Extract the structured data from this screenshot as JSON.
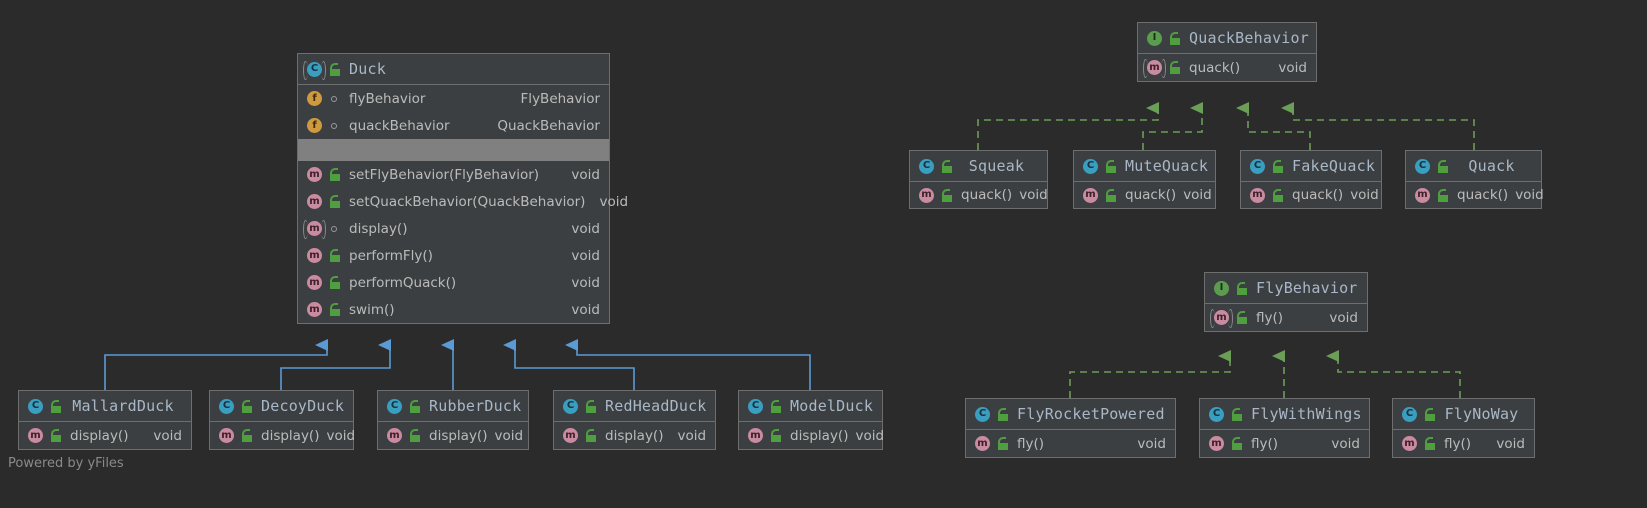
{
  "diagram": {
    "type": "uml-class-diagram",
    "background": "#2b2b2b",
    "watermark": "Powered by yFiles",
    "colors": {
      "node_fill": "#3c3f41",
      "node_border": "#6e6e6e",
      "text": "#bbbbbb",
      "title_text": "#a9b7c6",
      "inheritance_edge": "#5b9bd5",
      "realization_edge": "#6b9e57",
      "separator_bar": "#808080",
      "class_icon": "#3a9ec0",
      "interface_icon": "#5b9c4e",
      "field_icon": "#cf9a3f",
      "method_icon": "#c98ba0",
      "lock_icon": "#4f9e3f"
    },
    "icons": {
      "class": "class-icon",
      "interface": "interface-icon",
      "field": "field-icon",
      "method": "method-icon",
      "public": "unlocked-padlock-icon",
      "protected": "protected-circle-icon"
    }
  },
  "nodes": {
    "duck": {
      "name": "Duck",
      "kind": "class",
      "fields": [
        {
          "name": "flyBehavior",
          "type": "FlyBehavior",
          "visibility": "protected"
        },
        {
          "name": "quackBehavior",
          "type": "QuackBehavior",
          "visibility": "protected"
        }
      ],
      "methods": [
        {
          "name": "setFlyBehavior(FlyBehavior)",
          "type": "void",
          "visibility": "public",
          "abstract": false
        },
        {
          "name": "setQuackBehavior(QuackBehavior)",
          "type": "void",
          "visibility": "public",
          "abstract": false
        },
        {
          "name": "display()",
          "type": "void",
          "visibility": "protected",
          "abstract": true
        },
        {
          "name": "performFly()",
          "type": "void",
          "visibility": "public",
          "abstract": false
        },
        {
          "name": "performQuack()",
          "type": "void",
          "visibility": "public",
          "abstract": false
        },
        {
          "name": "swim()",
          "type": "void",
          "visibility": "public",
          "abstract": false
        }
      ]
    },
    "quack_behavior": {
      "name": "QuackBehavior",
      "kind": "interface",
      "methods": [
        {
          "name": "quack()",
          "type": "void",
          "visibility": "public",
          "abstract": true
        }
      ]
    },
    "fly_behavior": {
      "name": "FlyBehavior",
      "kind": "interface",
      "methods": [
        {
          "name": "fly()",
          "type": "void",
          "visibility": "public",
          "abstract": true
        }
      ]
    },
    "duck_subclasses": [
      {
        "name": "MallardDuck",
        "kind": "class",
        "methods": [
          {
            "name": "display()",
            "type": "void"
          }
        ]
      },
      {
        "name": "DecoyDuck",
        "kind": "class",
        "methods": [
          {
            "name": "display()",
            "type": "void"
          }
        ]
      },
      {
        "name": "RubberDuck",
        "kind": "class",
        "methods": [
          {
            "name": "display()",
            "type": "void"
          }
        ]
      },
      {
        "name": "RedHeadDuck",
        "kind": "class",
        "methods": [
          {
            "name": "display()",
            "type": "void"
          }
        ]
      },
      {
        "name": "ModelDuck",
        "kind": "class",
        "methods": [
          {
            "name": "display()",
            "type": "void"
          }
        ]
      }
    ],
    "quack_impls": [
      {
        "name": "Squeak",
        "kind": "class",
        "methods": [
          {
            "name": "quack()",
            "type": "void"
          }
        ]
      },
      {
        "name": "MuteQuack",
        "kind": "class",
        "methods": [
          {
            "name": "quack()",
            "type": "void"
          }
        ]
      },
      {
        "name": "FakeQuack",
        "kind": "class",
        "methods": [
          {
            "name": "quack()",
            "type": "void"
          }
        ]
      },
      {
        "name": "Quack",
        "kind": "class",
        "methods": [
          {
            "name": "quack()",
            "type": "void"
          }
        ]
      }
    ],
    "fly_impls": [
      {
        "name": "FlyRocketPowered",
        "kind": "class",
        "methods": [
          {
            "name": "fly()",
            "type": "void"
          }
        ]
      },
      {
        "name": "FlyWithWings",
        "kind": "class",
        "methods": [
          {
            "name": "fly()",
            "type": "void"
          }
        ]
      },
      {
        "name": "FlyNoWay",
        "kind": "class",
        "methods": [
          {
            "name": "fly()",
            "type": "void"
          }
        ]
      }
    ]
  },
  "edges": {
    "inheritance": {
      "style": "solid",
      "color": "#5b9bd5",
      "arrow": "filled-triangle",
      "from": [
        "MallardDuck",
        "DecoyDuck",
        "RubberDuck",
        "RedHeadDuck",
        "ModelDuck"
      ],
      "to": "Duck"
    },
    "realization_quack": {
      "style": "dashed",
      "color": "#6b9e57",
      "arrow": "filled-triangle",
      "from": [
        "Squeak",
        "MuteQuack",
        "FakeQuack",
        "Quack"
      ],
      "to": "QuackBehavior"
    },
    "realization_fly": {
      "style": "dashed",
      "color": "#6b9e57",
      "arrow": "filled-triangle",
      "from": [
        "FlyRocketPowered",
        "FlyWithWings",
        "FlyNoWay"
      ],
      "to": "FlyBehavior"
    }
  }
}
